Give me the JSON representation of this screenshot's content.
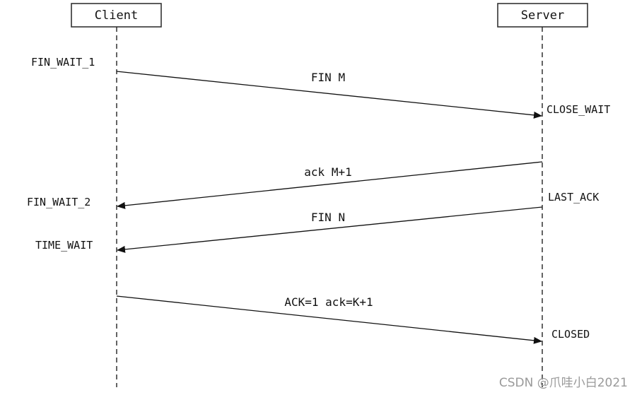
{
  "actors": {
    "client": "Client",
    "server": "Server"
  },
  "client_states": {
    "fin_wait_1": "FIN_WAIT_1",
    "fin_wait_2": "FIN_WAIT_2",
    "time_wait": "TIME_WAIT"
  },
  "server_states": {
    "close_wait": "CLOSE_WAIT",
    "last_ack": "LAST_ACK",
    "closed": "CLOSED"
  },
  "messages": [
    {
      "id": "fin-m",
      "label": "FIN M",
      "from": "client",
      "to": "server"
    },
    {
      "id": "ack-m1",
      "label": "ack M+1",
      "from": "server",
      "to": "client"
    },
    {
      "id": "fin-n",
      "label": "FIN N",
      "from": "server",
      "to": "client"
    },
    {
      "id": "ack-final",
      "label": "ACK=1 ack=K+1",
      "from": "client",
      "to": "server"
    }
  ],
  "watermark": "CSDN @爪哇小白2021"
}
